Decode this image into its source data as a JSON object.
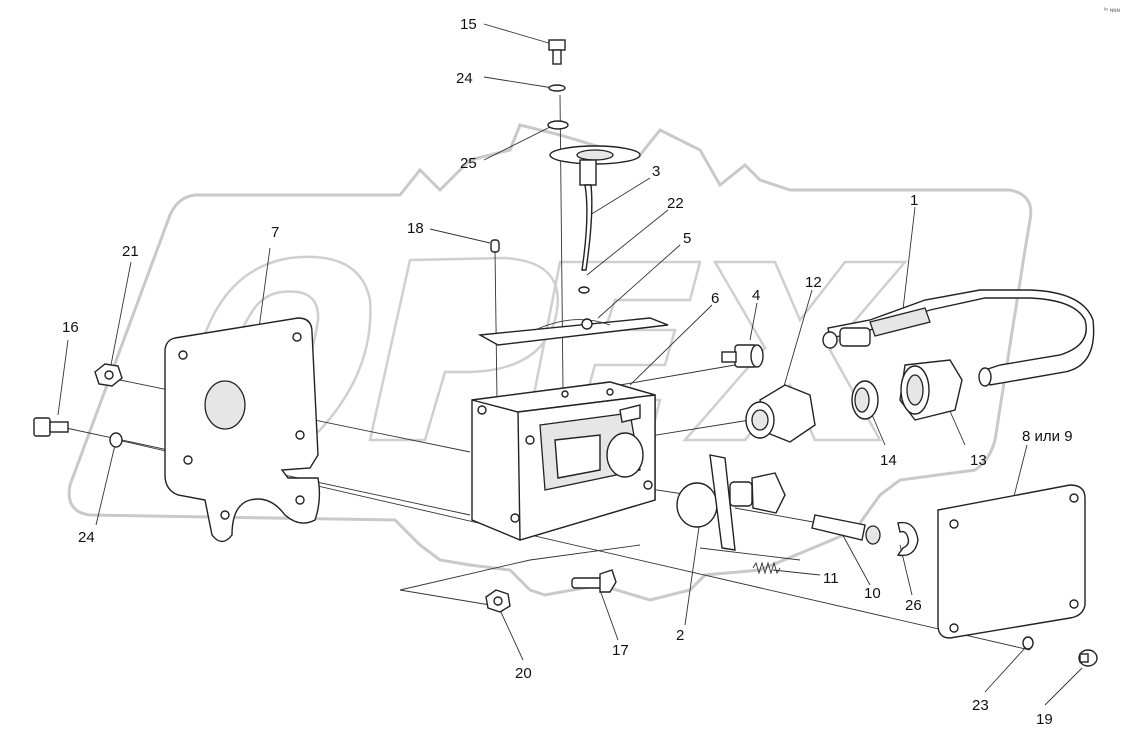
{
  "corner_mark": "ᵏᵒ ɴɴɴ",
  "watermark_text": "OPEX",
  "callouts": [
    {
      "id": "c1",
      "text": "1"
    },
    {
      "id": "c2",
      "text": "2"
    },
    {
      "id": "c3",
      "text": "3"
    },
    {
      "id": "c4",
      "text": "4"
    },
    {
      "id": "c5",
      "text": "5"
    },
    {
      "id": "c6",
      "text": "6"
    },
    {
      "id": "c7",
      "text": "7"
    },
    {
      "id": "c8",
      "text": "8 или 9"
    },
    {
      "id": "c10",
      "text": "10"
    },
    {
      "id": "c11",
      "text": "11"
    },
    {
      "id": "c12",
      "text": "12"
    },
    {
      "id": "c13",
      "text": "13"
    },
    {
      "id": "c14",
      "text": "14"
    },
    {
      "id": "c15",
      "text": "15"
    },
    {
      "id": "c16",
      "text": "16"
    },
    {
      "id": "c17",
      "text": "17"
    },
    {
      "id": "c18",
      "text": "18"
    },
    {
      "id": "c19",
      "text": "19"
    },
    {
      "id": "c20",
      "text": "20"
    },
    {
      "id": "c21",
      "text": "21"
    },
    {
      "id": "c22",
      "text": "22"
    },
    {
      "id": "c23",
      "text": "23"
    },
    {
      "id": "c24a",
      "text": "24"
    },
    {
      "id": "c24b",
      "text": "24"
    },
    {
      "id": "c25",
      "text": "25"
    },
    {
      "id": "c26",
      "text": "26"
    }
  ]
}
